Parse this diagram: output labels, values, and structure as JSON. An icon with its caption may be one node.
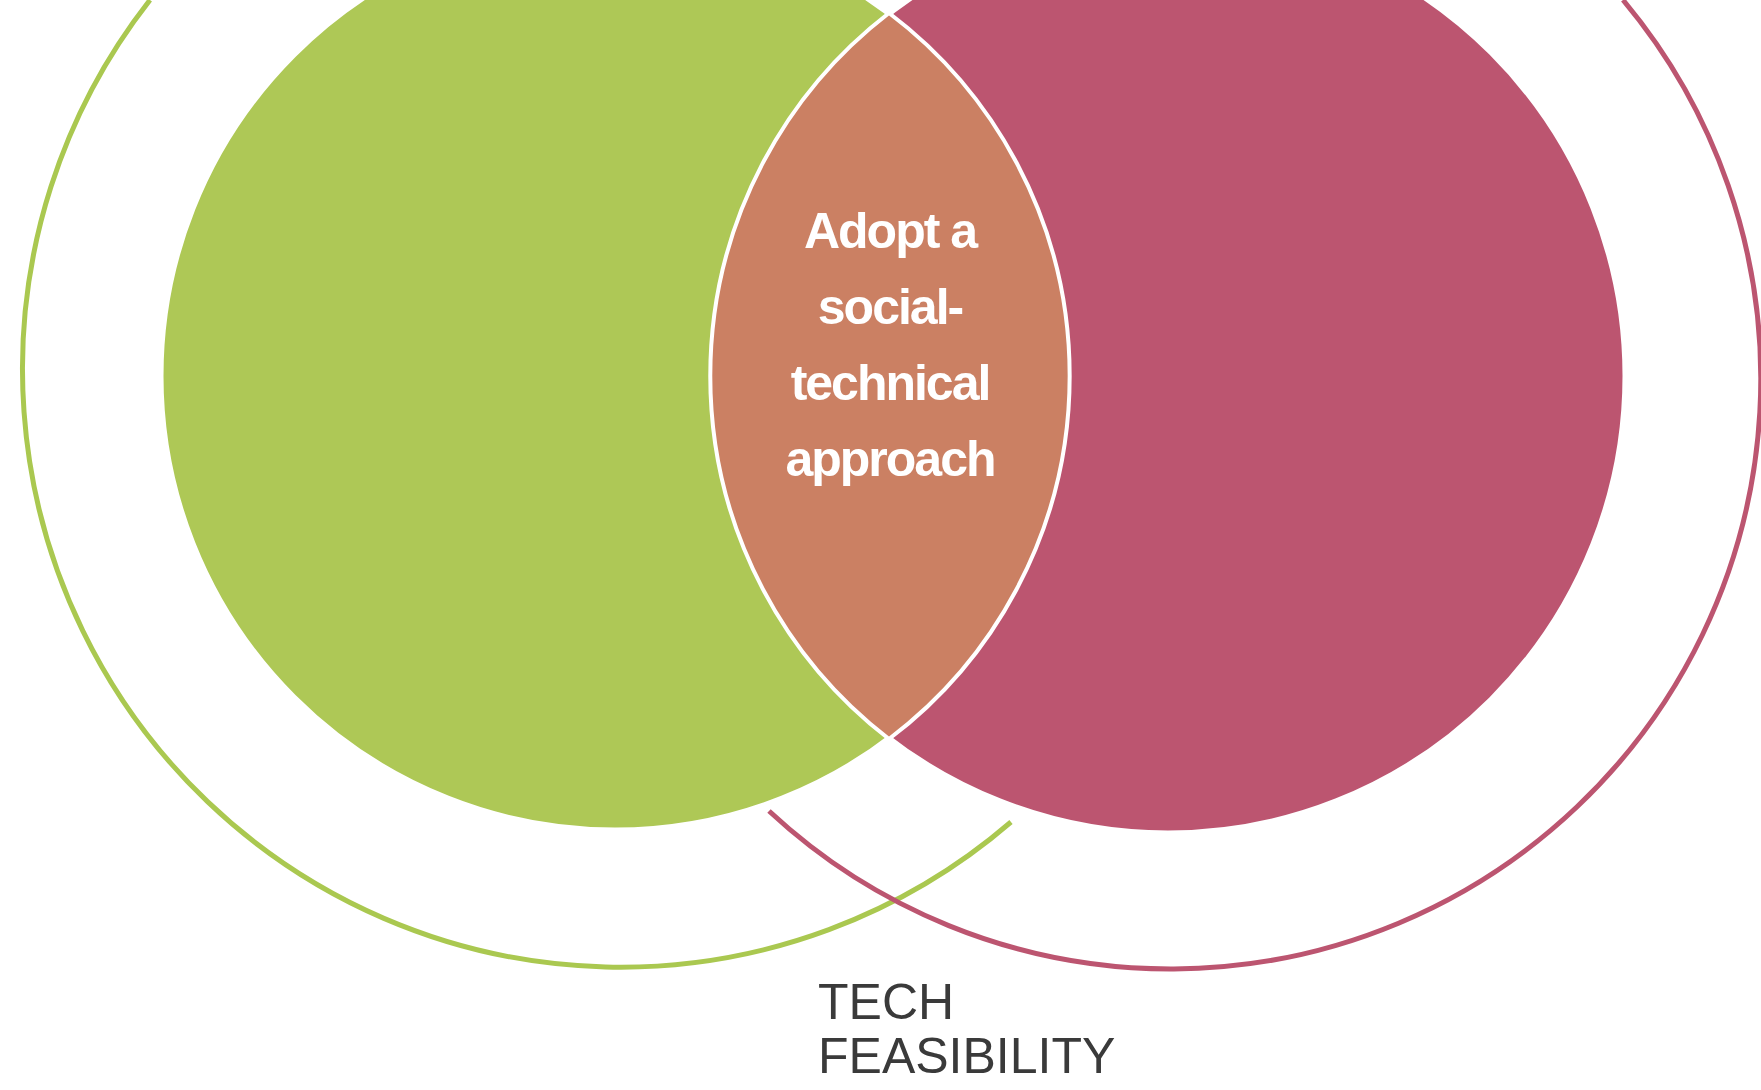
{
  "diagram": {
    "nodes": [
      {
        "text": [],
        "shape": "circle"
      },
      {
        "text": [],
        "shape": "circle"
      },
      {
        "text": [
          "Adopt a social-technical approach"
        ]
      }
    ],
    "labels": [
      "TECH FEASIBILITY"
    ]
  }
}
